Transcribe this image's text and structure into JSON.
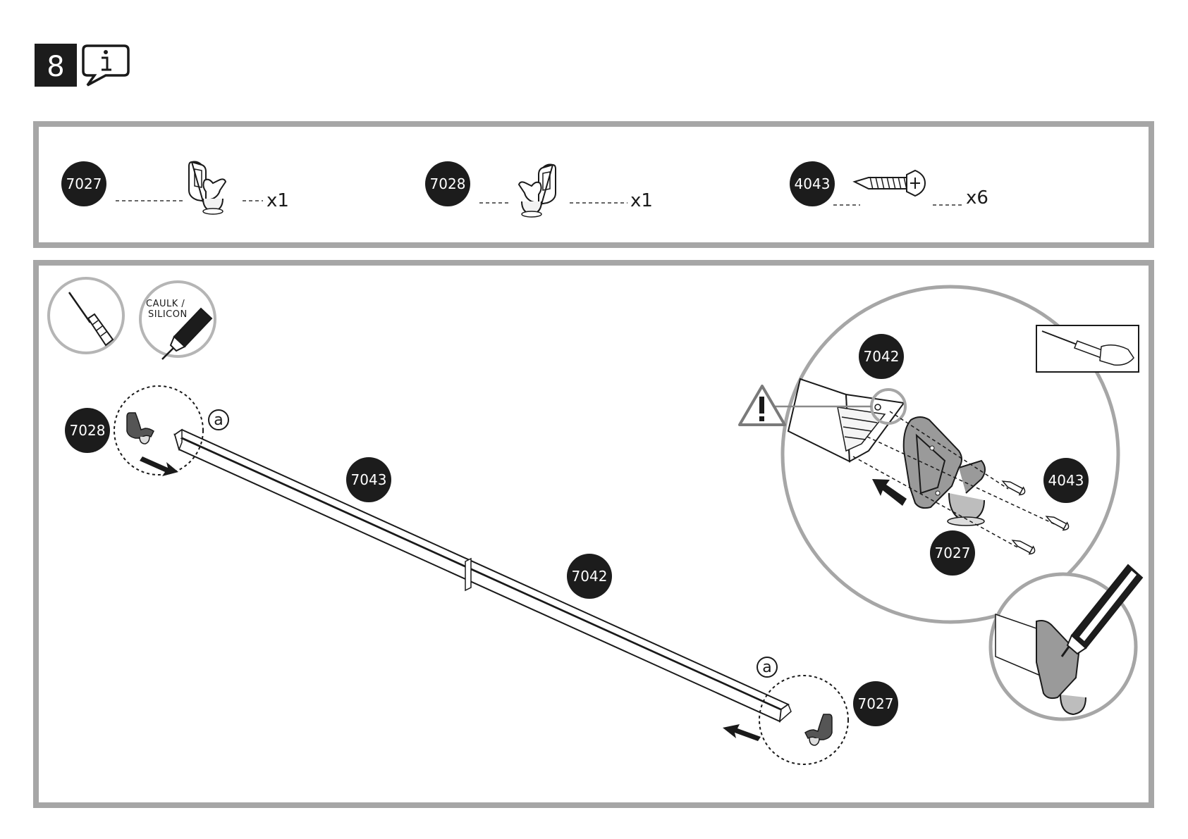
{
  "step": {
    "number": "8",
    "info_icon": "info-speech-bubble-icon"
  },
  "parts_panel": {
    "items": [
      {
        "id": "7027",
        "quantity": "x1",
        "icon": "end-cap-left-icon"
      },
      {
        "id": "7028",
        "quantity": "x1",
        "icon": "end-cap-right-icon"
      },
      {
        "id": "4043",
        "quantity": "x6",
        "icon": "screw-icon"
      }
    ]
  },
  "tools": [
    {
      "icon": "screwdriver-icon"
    },
    {
      "icon": "caulk-gun-icon",
      "label_line1": "CAULK /",
      "label_line2": "SILICON"
    }
  ],
  "assembly": {
    "callouts": {
      "left_cap": "7028",
      "rail_upper": "7043",
      "rail_lower": "7042",
      "right_cap": "7027",
      "detail_rail": "7042",
      "detail_screw": "4043",
      "detail_cap": "7027"
    },
    "detail_letter_left": "a",
    "detail_letter_right": "a",
    "warning_icon": "warning-triangle-icon",
    "screwdriver_hint_icon": "screwdriver-hand-icon"
  },
  "colors": {
    "frame": "#a6a6a6",
    "badge": "#1c1c1c",
    "cap_fill": "#9a9a9a"
  }
}
